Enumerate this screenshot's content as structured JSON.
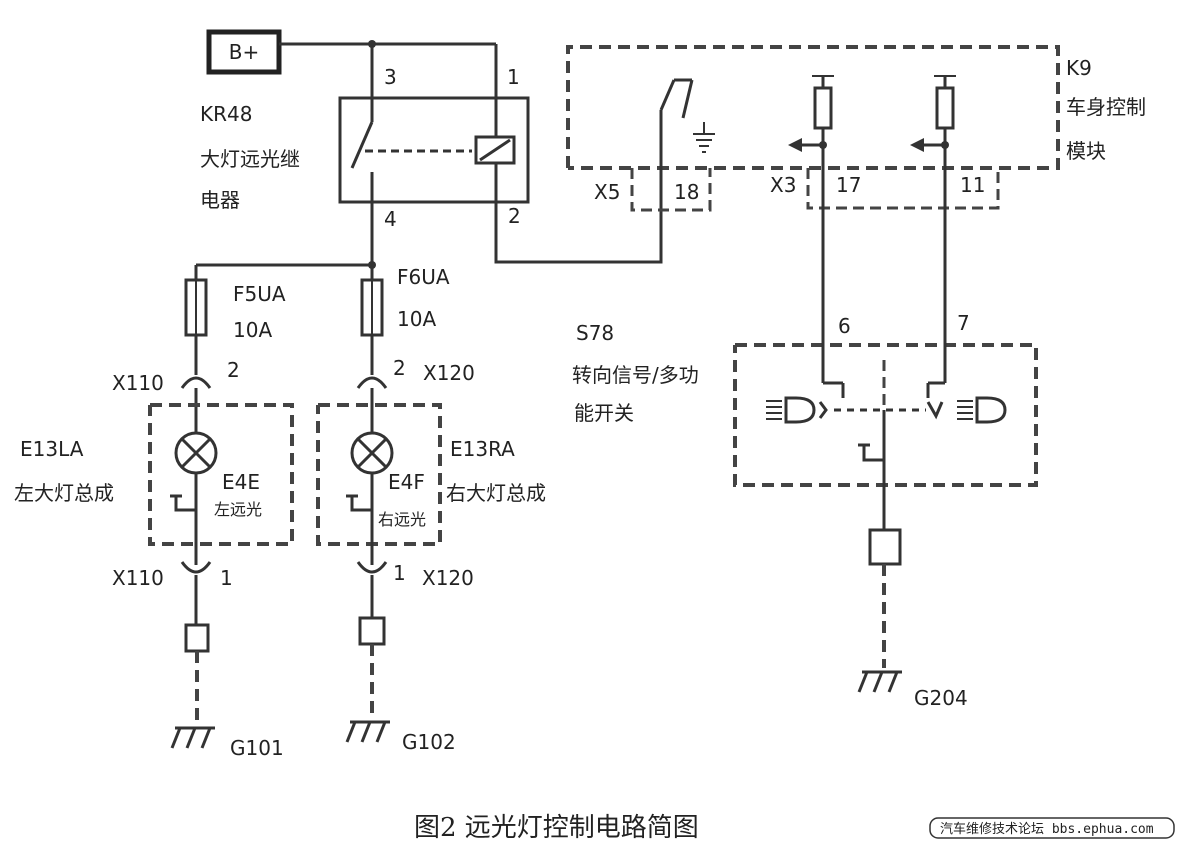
{
  "battery": {
    "label": "B+"
  },
  "relay": {
    "id": "KR48",
    "name_line1": "大灯远光继",
    "name_line2": "电器",
    "pin3": "3",
    "pin1": "1",
    "pin4": "4",
    "pin2": "2"
  },
  "bcm": {
    "id": "K9",
    "name_line1": "车身控制",
    "name_line2": "模块",
    "conn_x5": "X5",
    "pin18": "18",
    "conn_x3": "X3",
    "pin17": "17",
    "pin11": "11"
  },
  "fuses": {
    "f5": {
      "id": "F5UA",
      "rating": "10A"
    },
    "f6": {
      "id": "F6UA",
      "rating": "10A"
    }
  },
  "left_lamp": {
    "conn_top": "X110",
    "pin_top": "2",
    "assembly_id": "E13LA",
    "assembly_name": "左大灯总成",
    "bulb_id": "E4E",
    "bulb_name": "左远光",
    "conn_bottom": "X110",
    "pin_bottom": "1",
    "ground": "G101"
  },
  "right_lamp": {
    "conn_top": "X120",
    "pin_top": "2",
    "assembly_id": "E13RA",
    "assembly_name": "右大灯总成",
    "bulb_id": "E4F",
    "bulb_name": "右远光",
    "conn_bottom": "X120",
    "pin_bottom": "1",
    "ground": "G102"
  },
  "switch": {
    "id": "S78",
    "name_line1": "转向信号/多功",
    "name_line2": "能开关",
    "pin6": "6",
    "pin7": "7",
    "ground": "G204"
  },
  "caption": "图2  远光灯控制电路简图",
  "watermark": "汽车维修技术论坛 bbs.ephua.com"
}
